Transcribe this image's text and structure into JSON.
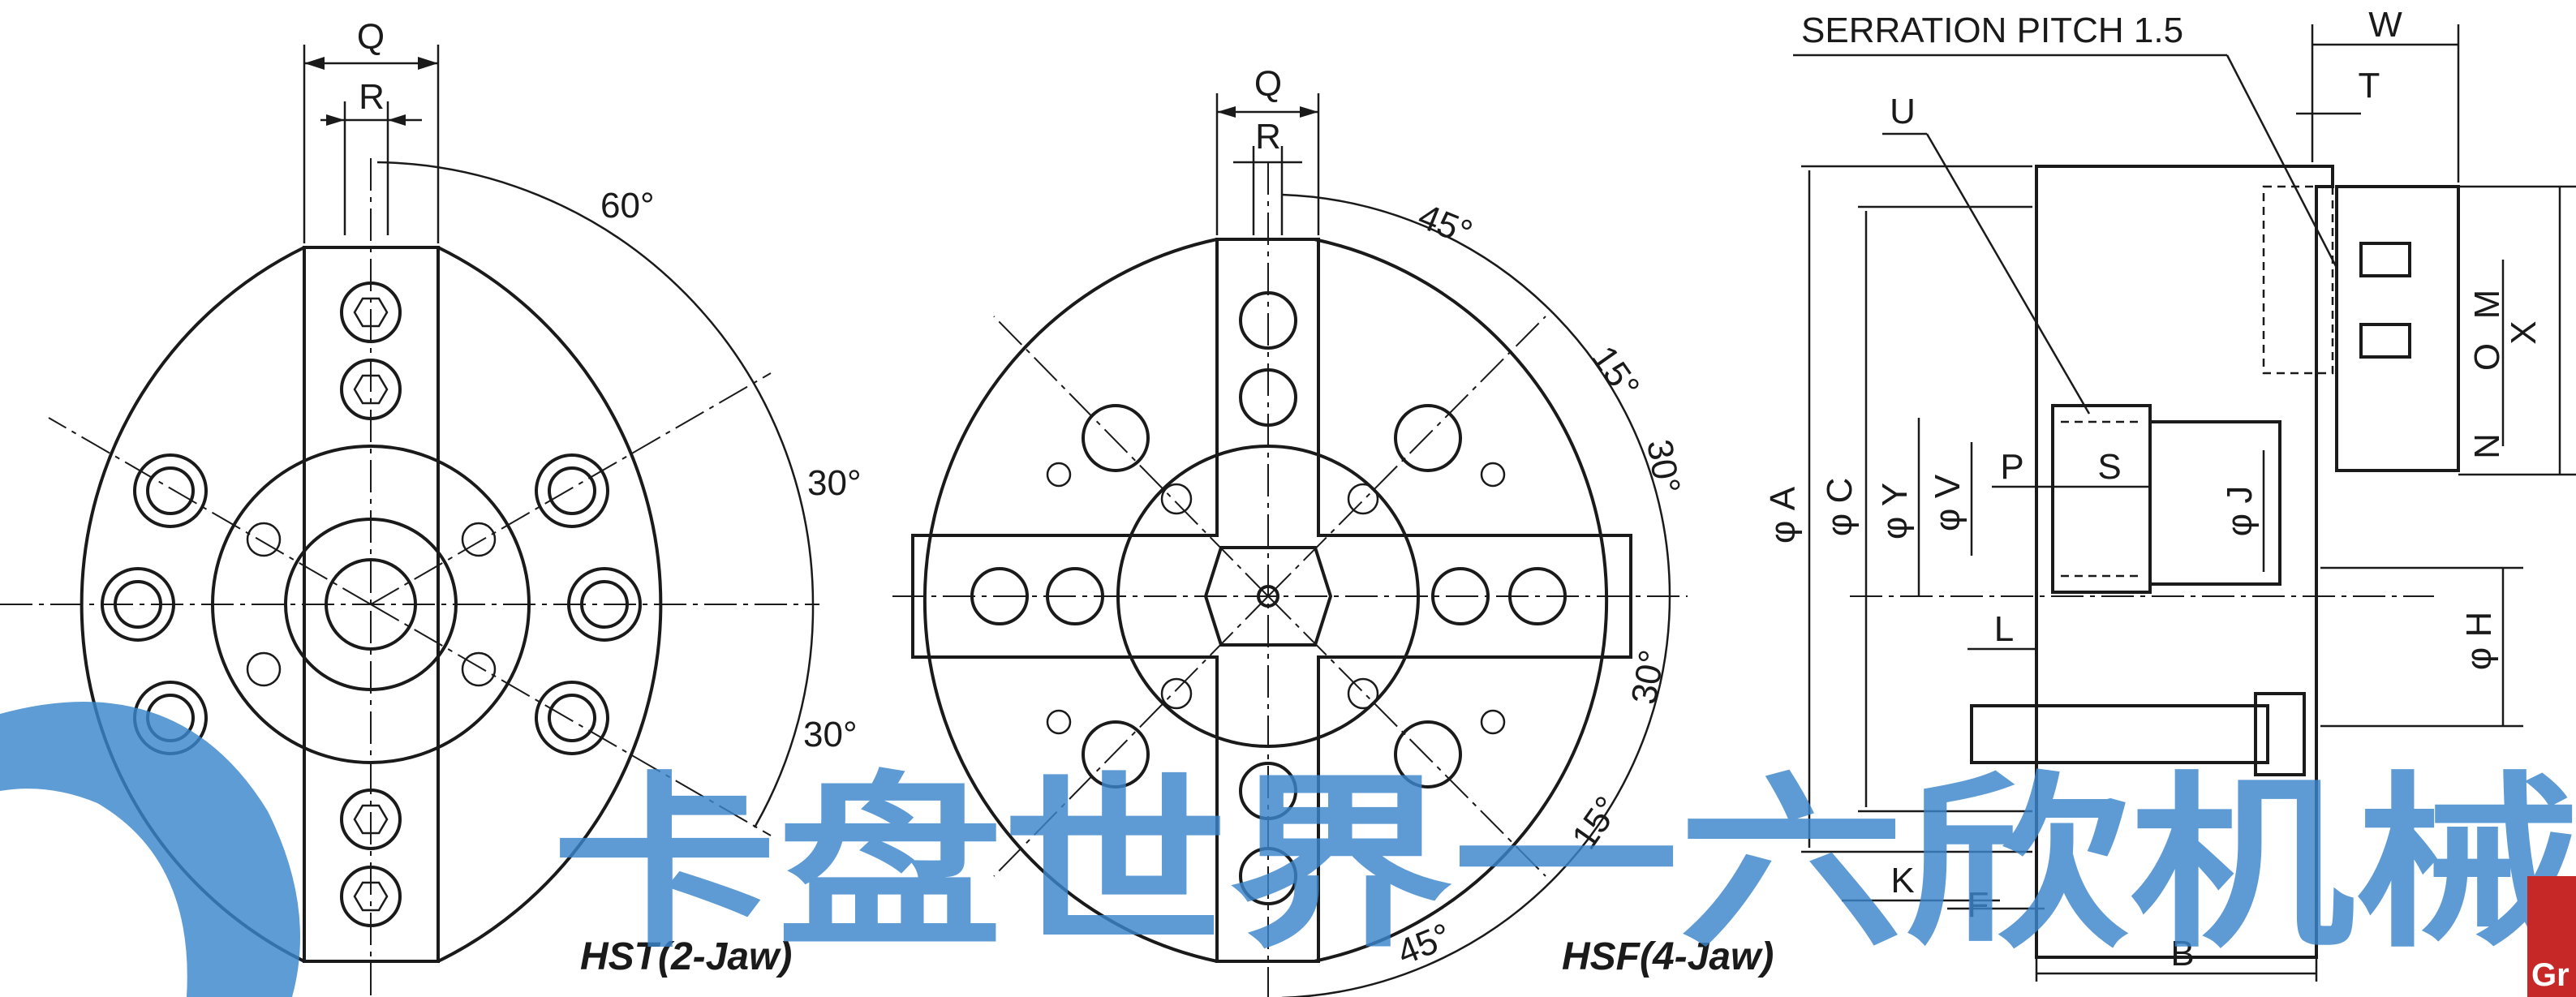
{
  "hst": {
    "caption": "HST(2-Jaw)",
    "label_q": "Q",
    "label_r": "R",
    "angle_60": "60°",
    "angle_30_a": "30°",
    "angle_30_b": "30°"
  },
  "hsf": {
    "caption": "HSF(4-Jaw)",
    "label_q": "Q",
    "label_r": "R",
    "angle_45_top": "45°",
    "angle_15_top": "15°",
    "angle_30_a": "30°",
    "angle_30_b": "30°",
    "angle_15_bottom": "15°",
    "angle_45_bottom": "45°"
  },
  "side": {
    "serration_note": "SERRATION PITCH 1.5",
    "labels": {
      "W": "W",
      "T": "T",
      "U": "U",
      "M": "M",
      "O": "O",
      "N": "N",
      "X": "X",
      "phiA": "φ A",
      "phiC": "φ C",
      "phiY": "φ Y",
      "phiV": "φ V",
      "P": "P",
      "S": "S",
      "phiJ": "φ J",
      "phiH": "φ H",
      "L": "L",
      "K": "K",
      "F": "F",
      "B": "B"
    }
  },
  "watermark": {
    "text": "卡盘世界一六欣机械",
    "badge_text": "Gr",
    "color": "#3b86cc"
  }
}
